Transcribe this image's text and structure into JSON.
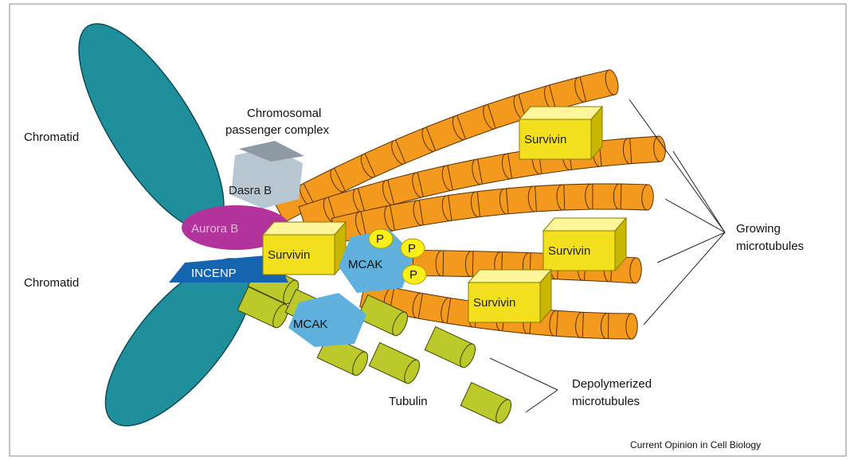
{
  "colors": {
    "chromatid": "#1f8f9c",
    "chromatid_edge": "#0d4b55",
    "microtubule": "#f39a1e",
    "microtubule_edge": "#5a3000",
    "depolymerized": "#bcc92a",
    "depolymerized_edge": "#3c4200",
    "survivin": "#f2e01e",
    "survivin_edge": "#8a7a00",
    "mcak": "#5fb0dc",
    "phospho": "#fbef1a",
    "aurora_b": "#b2339c",
    "incenp": "#1564b0",
    "dasra_b": "#b8c6d2"
  },
  "labels": {
    "chromatid_top": "Chromatid",
    "chromatid_bottom": "Chromatid",
    "passenger_line1": "Chromosomal",
    "passenger_line2": "passenger complex",
    "dasra_b": "Dasra B",
    "aurora_b": "Aurora B",
    "incenp": "INCENP",
    "survivin": "Survivin",
    "mcak": "MCAK",
    "phospho": "P",
    "growing_line1": "Growing",
    "growing_line2": "microtubules",
    "depoly_line1": "Depolymerized",
    "depoly_line2": "microtubules",
    "tubulin": "Tubulin",
    "source": "Current Opinion in Cell Biology"
  }
}
